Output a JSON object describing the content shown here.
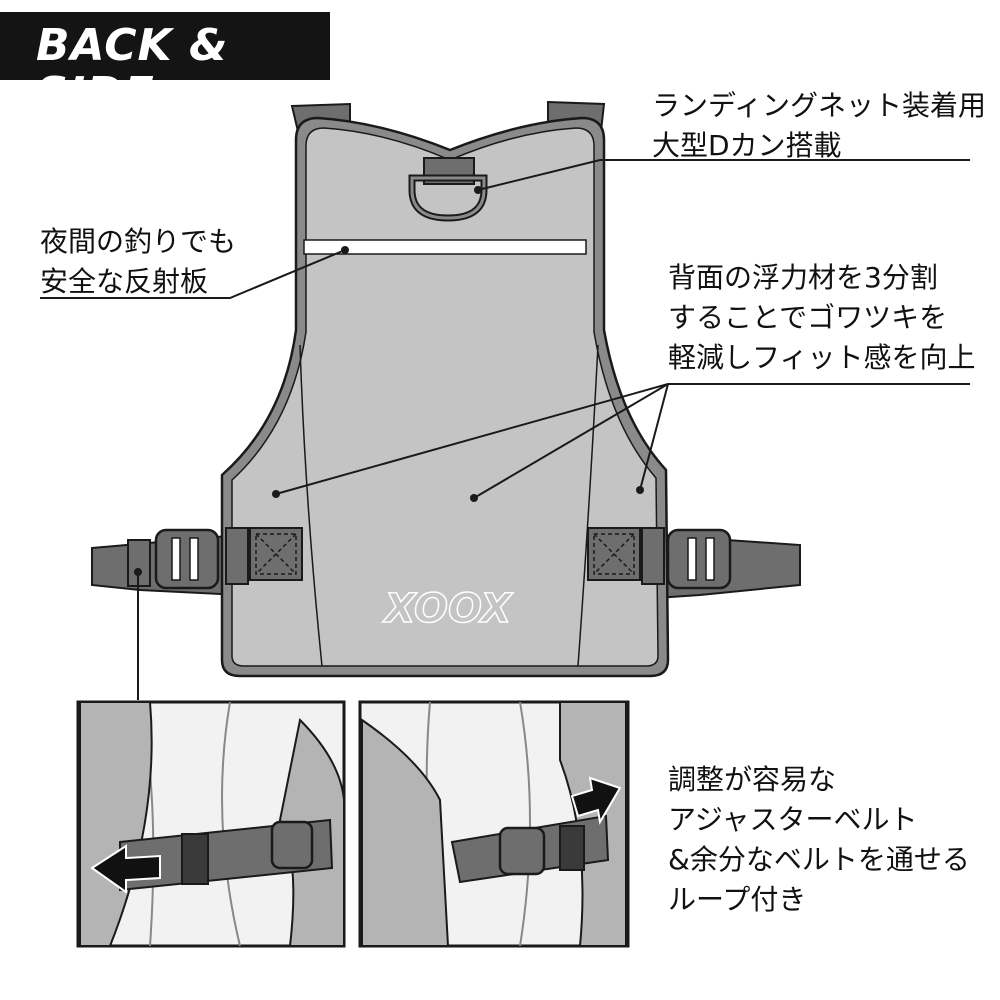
{
  "title": "BACK & SIDE",
  "logo_text": "XOOX",
  "callouts": {
    "dring": [
      "ランディングネット装着用",
      "大型Dカン搭載"
    ],
    "reflector": [
      "夜間の釣りでも",
      "安全な反射板"
    ],
    "float": [
      "背面の浮力材を3分割",
      "することでゴワツキを",
      "軽減しフィット感を向上"
    ],
    "belt": [
      "調整が容易な",
      "アジャスターベルト",
      "&余分なベルトを通せる",
      "ループ付き"
    ]
  },
  "colors": {
    "vest_body": "#c4c4c4",
    "vest_edge": "#8a8a8a",
    "strap": "#6e6e6e",
    "outline": "#1a1a1a",
    "title_bg": "#141414",
    "reflector": "#ffffff"
  }
}
